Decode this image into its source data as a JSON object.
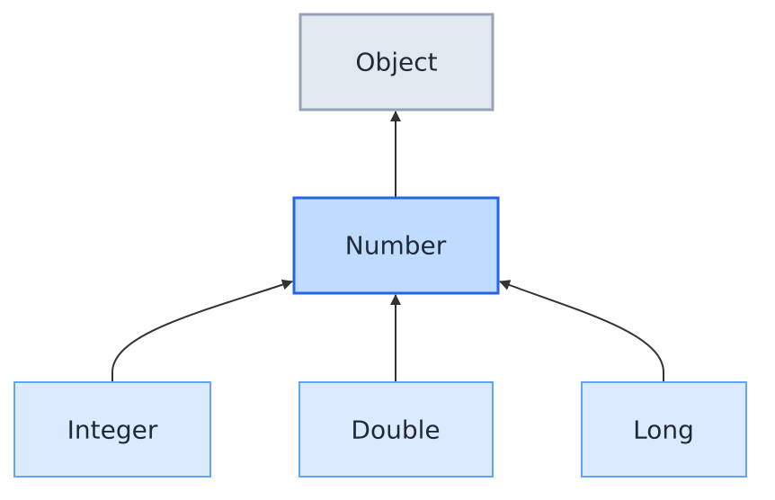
{
  "diagram": {
    "type": "class-hierarchy",
    "nodes": [
      {
        "id": "object",
        "label": "Object",
        "style": "root"
      },
      {
        "id": "number",
        "label": "Number",
        "style": "highlight"
      },
      {
        "id": "integer",
        "label": "Integer",
        "style": "leaf"
      },
      {
        "id": "double",
        "label": "Double",
        "style": "leaf"
      },
      {
        "id": "long",
        "label": "Long",
        "style": "leaf"
      }
    ],
    "edges": [
      {
        "from": "number",
        "to": "object",
        "arrow": "target"
      },
      {
        "from": "integer",
        "to": "number",
        "arrow": "target"
      },
      {
        "from": "double",
        "to": "number",
        "arrow": "target"
      },
      {
        "from": "long",
        "to": "number",
        "arrow": "target"
      }
    ],
    "colors": {
      "root_fill": "#e2e8f0",
      "root_stroke": "#94a3b8",
      "highlight_fill": "#bfdbfe",
      "highlight_stroke": "#2563eb",
      "leaf_fill": "#dbeafe",
      "leaf_stroke": "#60a5fa",
      "edge": "#333333",
      "text": "#1f2a37"
    }
  }
}
